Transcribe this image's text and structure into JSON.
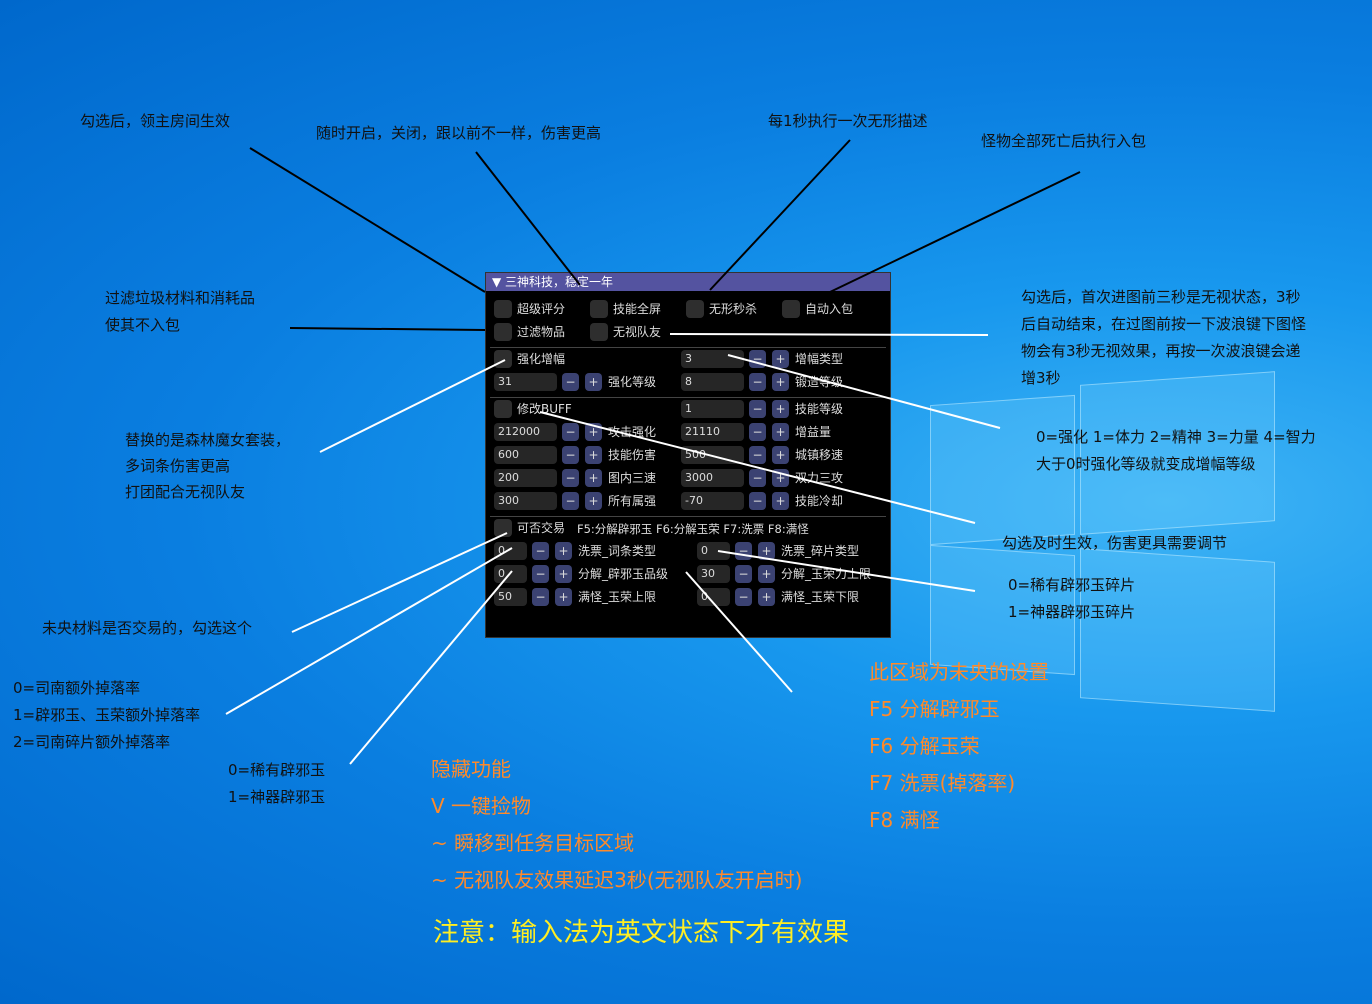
{
  "notes": {
    "n1": "勾选后，领主房间生效",
    "n2": "随时开启，关闭，跟以前不一样，伤害更高",
    "n3": "每1秒执行一次无形描述",
    "n4": "怪物全部死亡后执行入包",
    "n5": "过滤垃圾材料和消耗品\n使其不入包",
    "n6": "勾选后，首次进图前三秒是无视状态，3秒\n后自动结束，在过图前按一下波浪键下图怪\n物会有3秒无视效果，再按一次波浪键会递\n增3秒",
    "n7": "替换的是森林魔女套装，\n多词条伤害更高\n打团配合无视队友",
    "n8": "0=强化 1=体力 2=精神 3=力量 4=智力\n大于0时强化等级就变成增幅等级",
    "n9": "勾选及时生效，伤害更具需要调节",
    "n10": "0=稀有辟邪玉碎片\n1=神器辟邪玉碎片",
    "n11": "未央材料是否交易的，勾选这个",
    "n12": "0=司南额外掉落率\n1=辟邪玉、玉荣额外掉落率\n2=司南碎片额外掉落率",
    "n13": "0=稀有辟邪玉\n1=神器辟邪玉"
  },
  "orange_right": [
    "此区域为未央的设置",
    "F5 分解辟邪玉",
    "F6 分解玉荣",
    "F7 洗票(掉落率)",
    "F8 满怪"
  ],
  "orange_left": [
    "隐藏功能",
    "V 一键捡物",
    "~ 瞬移到任务目标区域",
    "~ 无视队友效果延迟3秒(无视队友开启时)"
  ],
  "warning": "注意：输入法为英文状态下才有效果",
  "panel": {
    "title": "▼ 三神科技，稳定一年",
    "checks": [
      "超级评分",
      "技能全屏",
      "无形秒杀",
      "自动入包",
      "过滤物品",
      "无视队友",
      "强化增幅",
      "修改BUFF",
      "可否交易"
    ],
    "hotkeys": "F5:分解辟邪玉 F6:分解玉荣 F7:洗票 F8:满怪",
    "minus": "−",
    "plus": "+",
    "rows": [
      {
        "row": 0,
        "col": "R",
        "value": "3",
        "label": "增幅类型"
      },
      {
        "row": 1,
        "col": "L",
        "value": "31",
        "label": "强化等级"
      },
      {
        "row": 1,
        "col": "R",
        "value": "8",
        "label": "锻造等级"
      },
      {
        "row": 2,
        "col": "R",
        "value": "1",
        "label": "技能等级"
      },
      {
        "row": 3,
        "col": "L",
        "value": "212000",
        "label": "攻击强化"
      },
      {
        "row": 3,
        "col": "R",
        "value": "21110",
        "label": "增益量"
      },
      {
        "row": 4,
        "col": "L",
        "value": "600",
        "label": "技能伤害"
      },
      {
        "row": 4,
        "col": "R",
        "value": "500",
        "label": "城镇移速"
      },
      {
        "row": 5,
        "col": "L",
        "value": "200",
        "label": "图内三速"
      },
      {
        "row": 5,
        "col": "R",
        "value": "3000",
        "label": "双力三攻"
      },
      {
        "row": 6,
        "col": "L",
        "value": "300",
        "label": "所有属强"
      },
      {
        "row": 6,
        "col": "R",
        "value": "-70",
        "label": "技能冷却"
      },
      {
        "row": 7,
        "col": "L",
        "value": "0",
        "label": "洗票_词条类型"
      },
      {
        "row": 7,
        "col": "R",
        "value": "0",
        "label": "洗票_碎片类型"
      },
      {
        "row": 8,
        "col": "L",
        "value": "0",
        "label": "分解_辟邪玉品级"
      },
      {
        "row": 8,
        "col": "R",
        "value": "30",
        "label": "分解_玉荣力上限"
      },
      {
        "row": 9,
        "col": "L",
        "value": "50",
        "label": "满怪_玉荣上限"
      },
      {
        "row": 9,
        "col": "R",
        "value": "0",
        "label": "满怪_玉荣下限"
      }
    ]
  }
}
